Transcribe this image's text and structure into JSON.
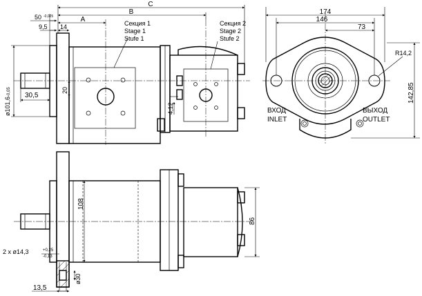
{
  "dimensions": {
    "C": "C",
    "B": "B",
    "A": "A",
    "d50": "50",
    "d50_tol": "-0,025",
    "d9_5": "9,5",
    "d14": "14",
    "d30_5": "30,5",
    "d20": "20",
    "d4_12": "4,12",
    "flange_dia": "ø101,6",
    "flange_dia_tol": "-0,05",
    "d108": "108",
    "d86": "86",
    "d30": "ø30",
    "d13_5": "13,5",
    "holes": "2 x ø14,3",
    "holes_tol_up": "+0,25",
    "holes_tol_low": "-0,13",
    "d174": "174",
    "d146": "146",
    "d73": "73",
    "r14_2": "R14,2",
    "d142_85": "142,85"
  },
  "section1": {
    "line1": "Секция 1",
    "line2": "Stage 1",
    "line3": "Stufe 1"
  },
  "section2": {
    "line1": "Секция 2",
    "line2": "Stage 2",
    "line3": "Stufe 2"
  },
  "ports": {
    "inlet_ru": "ВХОД",
    "inlet_en": "INLET",
    "outlet_ru": "ВЫХОД",
    "outlet_en": "OUTLET"
  }
}
